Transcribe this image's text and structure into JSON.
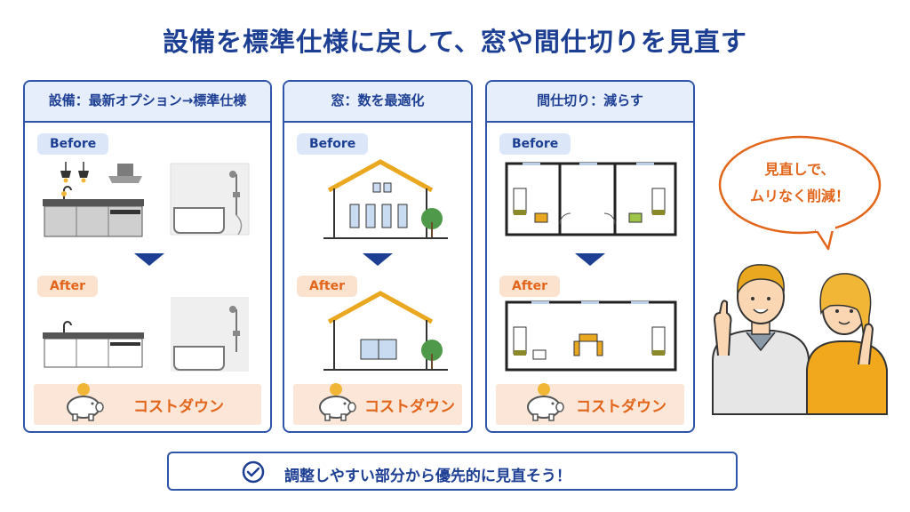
{
  "title": "設備を標準仕様に戻して、窓や間仕切りを見直す",
  "cards": [
    {
      "heading": "設備：最新オプション→標準仕様",
      "before": "Before",
      "after": "After",
      "cost": "コストダウン"
    },
    {
      "heading": "窓：数を最適化",
      "before": "Before",
      "after": "After",
      "cost": "コストダウン"
    },
    {
      "heading": "間仕切り：減らす",
      "before": "Before",
      "after": "After",
      "cost": "コストダウン"
    }
  ],
  "speech": {
    "line1": "見直しで、",
    "line2": "ムリなく削減！"
  },
  "bottom": {
    "text": "調整しやすい部分から優先的に見直そう！"
  },
  "colors": {
    "navy": "#1d3f93",
    "orange": "#e2651a",
    "light_blue": "#e6eefb",
    "peach": "#fbe6d7"
  },
  "icons": [
    "check-circle-icon",
    "piggy-bank-icon",
    "down-arrow-icon"
  ]
}
